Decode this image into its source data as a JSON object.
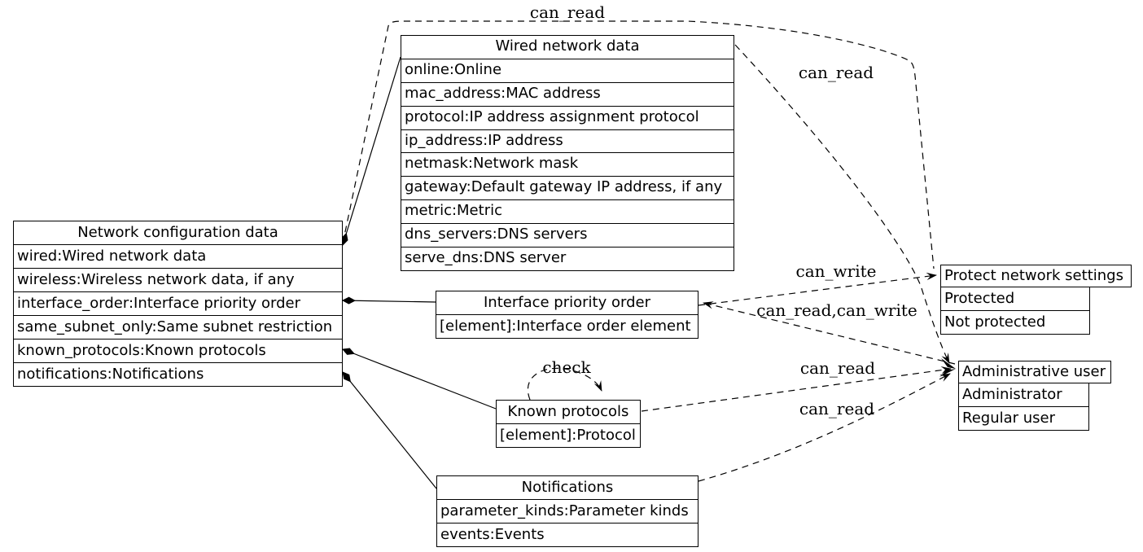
{
  "colors": {
    "background": "#ffffff",
    "stroke": "#000000",
    "text": "#000000"
  },
  "nodes": {
    "network_config": {
      "title": "Network configuration data",
      "fields": [
        "wired:Wired network data",
        "wireless:Wireless network data, if any",
        "interface_order:Interface priority order",
        "same_subnet_only:Same subnet restriction",
        "known_protocols:Known protocols",
        "notifications:Notifications"
      ]
    },
    "wired": {
      "title": "Wired network data",
      "fields": [
        "online:Online",
        "mac_address:MAC address",
        "protocol:IP address assignment protocol",
        "ip_address:IP address",
        "netmask:Network mask",
        "gateway:Default gateway IP address, if any",
        "metric:Metric",
        "dns_servers:DNS servers",
        "serve_dns:DNS server"
      ]
    },
    "interface_order": {
      "title": "Interface priority order",
      "fields": [
        "[element]:Interface order element"
      ]
    },
    "known_protocols": {
      "title": "Known protocols",
      "fields": [
        "[element]:Protocol"
      ]
    },
    "notifications": {
      "title": "Notifications",
      "fields": [
        "parameter_kinds:Parameter kinds",
        "events:Events"
      ]
    },
    "protect": {
      "title": "Protect network settings",
      "values": [
        "Protected",
        "Not protected"
      ]
    },
    "admin": {
      "title": "Administrative user",
      "values": [
        "Administrator",
        "Regular user"
      ]
    }
  },
  "edges": {
    "comp_wired": {
      "from": "Network configuration data",
      "field": "wired",
      "to": "Wired network data",
      "type": "composition",
      "style": "solid"
    },
    "comp_interface": {
      "from": "Network configuration data",
      "field": "interface_order",
      "to": "Interface priority order",
      "type": "composition",
      "style": "solid"
    },
    "comp_known": {
      "from": "Network configuration data",
      "field": "known_protocols",
      "to": "Known protocols",
      "type": "composition",
      "style": "solid"
    },
    "comp_notifications": {
      "from": "Network configuration data",
      "field": "notifications",
      "to": "Notifications",
      "type": "composition",
      "style": "solid"
    },
    "can_read_top": {
      "from": "Network configuration data",
      "to": "Protect network settings",
      "label": "can_read",
      "style": "dashed"
    },
    "can_read_wired": {
      "from": "Wired network data",
      "to": "Administrative user",
      "label": "can_read",
      "style": "dashed"
    },
    "can_write": {
      "from": "Interface priority order",
      "to": "Protect network settings",
      "label": "can_write",
      "style": "dashed"
    },
    "can_read_can_write": {
      "from": "Administrative user",
      "to": "Interface priority order",
      "label": "can_read,can_write",
      "style": "dashed"
    },
    "can_read_known": {
      "from": "Known protocols",
      "to": "Administrative user",
      "label": "can_read",
      "style": "dashed"
    },
    "can_read_notifications": {
      "from": "Notifications",
      "to": "Administrative user",
      "label": "can_read",
      "style": "dashed"
    },
    "check": {
      "from": "Known protocols",
      "to": "Known protocols",
      "label": "check",
      "style": "dashed"
    }
  }
}
